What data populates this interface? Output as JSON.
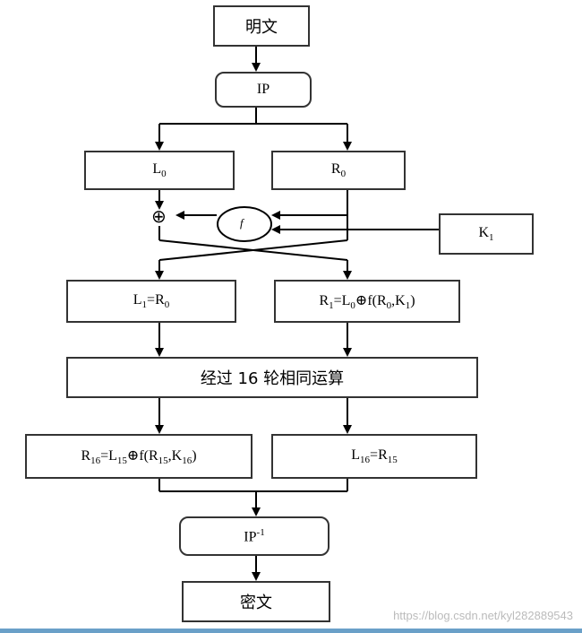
{
  "boxes": {
    "plaintext": "明文",
    "ip": "IP",
    "l0": {
      "base": "L",
      "sub": "0"
    },
    "r0": {
      "base": "R",
      "sub": "0"
    },
    "f": "f",
    "k1": {
      "base": "K",
      "sub": "1"
    },
    "l1": {
      "a": "L",
      "as": "1",
      "eq": "=",
      "b": "R",
      "bs": "0"
    },
    "r1": {
      "a": "R",
      "as": "1",
      "eq": "=",
      "b": "L",
      "bs": "0",
      "op": "⊕f(",
      "c": "R",
      "cs": "0",
      ",": ",",
      "d": "K",
      "ds": "1",
      "close": ")"
    },
    "rounds": "经过 16 轮相同运算",
    "r16": {
      "a": "R",
      "as": "16",
      "eq": "=",
      "b": "L",
      "bs": "15",
      "op": "⊕f(",
      "c": "R",
      "cs": "15",
      "comma": ",",
      "d": "K",
      "ds": "16",
      "close": ")"
    },
    "l16": {
      "a": "L",
      "as": "16",
      "eq": "=",
      "b": "R",
      "bs": "15"
    },
    "ipinv": {
      "base": "IP",
      "sup": "-1"
    },
    "ciphertext": "密文"
  },
  "xor_symbol": "⊕",
  "watermark": "https://blog.csdn.net/kyl282889543"
}
